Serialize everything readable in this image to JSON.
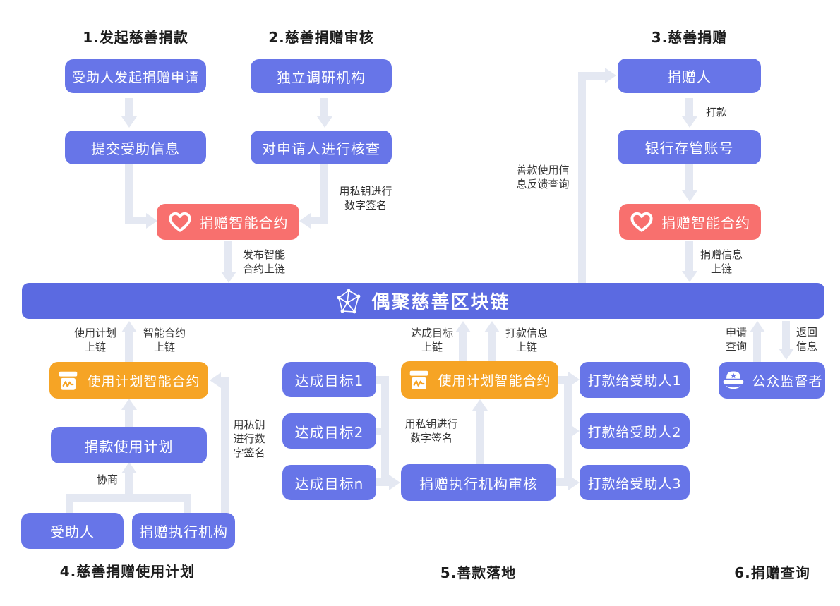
{
  "colors": {
    "node_blue": "#6775E8",
    "banner_blue": "#5B6AE1",
    "node_red": "#F8706E",
    "node_orange": "#F6A425",
    "connector": "#E4E8F2",
    "label_text": "#333333",
    "header_text": "#1C1C1C"
  },
  "banner": {
    "title": "偶聚慈善区块链",
    "icon": "blockchain-network-icon"
  },
  "sections": {
    "s1": "1.发起慈善捐款",
    "s2": "2.慈善捐赠审核",
    "s3": "3.慈善捐赠",
    "s4": "4.慈善捐赠使用计划",
    "s5": "5.善款落地",
    "s6": "6.捐赠查询"
  },
  "nodes": {
    "applicant_request": "受助人发起捐赠申请",
    "submit_info": "提交受助信息",
    "research_org": "独立调研机构",
    "verify_applicant": "对申请人进行核查",
    "donation_contract_1": "捐赠智能合约",
    "donor": "捐赠人",
    "bank_account": "银行存管账号",
    "donation_contract_2": "捐赠智能合约",
    "usage_plan_contract_1": "使用计划智能合约",
    "donation_usage_plan": "捐款使用计划",
    "recipient": "受助人",
    "executing_org": "捐赠执行机构",
    "goal_1": "达成目标1",
    "goal_2": "达成目标2",
    "goal_n": "达成目标n",
    "usage_plan_contract_2": "使用计划智能合约",
    "executing_org_review": "捐赠执行机构审核",
    "pay_recipient_1": "打款给受助人1",
    "pay_recipient_2": "打款给受助人2",
    "pay_recipient_3": "打款给受助人3",
    "public_supervisor": "公众监督者"
  },
  "edges": {
    "sign_key_s2": "用私钥进行\n数字签名",
    "publish_contract": "发布智能\n合约上链",
    "transfer": "打款",
    "donation_info": "捐赠信息\n上链",
    "feedback_query": "善款使用信\n息反馈查询",
    "usage_plan_up": "使用计划\n上链",
    "contract_up": "智能合约\n上链",
    "negotiate": "协商",
    "sign_key_s4": "用私钥\n进行数\n字签名",
    "goal_up": "达成目标\n上链",
    "transfer_info_up": "打款信息\n上链",
    "sign_key_s5": "用私钥进行\n数字签名",
    "apply_query": "申请\n查询",
    "return_info": "返回\n信息"
  },
  "icons": {
    "contract": "heart-icon",
    "usage_plan": "box-pulse-icon",
    "supervisor": "police-cap-icon",
    "banner": "blockchain-network-icon"
  }
}
